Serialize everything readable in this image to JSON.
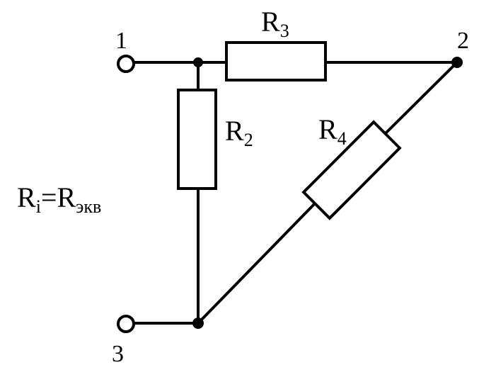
{
  "diagram": {
    "nodes": [
      {
        "id": "n1",
        "label": "1"
      },
      {
        "id": "n2",
        "label": "2"
      },
      {
        "id": "n3",
        "label": "3"
      }
    ],
    "resistors": [
      {
        "id": "r3",
        "base": "R",
        "sub": "3"
      },
      {
        "id": "r2",
        "base": "R",
        "sub": "2"
      },
      {
        "id": "r4",
        "base": "R",
        "sub": "4"
      }
    ],
    "equation": {
      "lhs_base": "R",
      "lhs_sub": "i",
      "equals": "=",
      "rhs_base": "R",
      "rhs_sub": "экв"
    },
    "colors": {
      "stroke": "#000000",
      "background": "#ffffff"
    }
  }
}
